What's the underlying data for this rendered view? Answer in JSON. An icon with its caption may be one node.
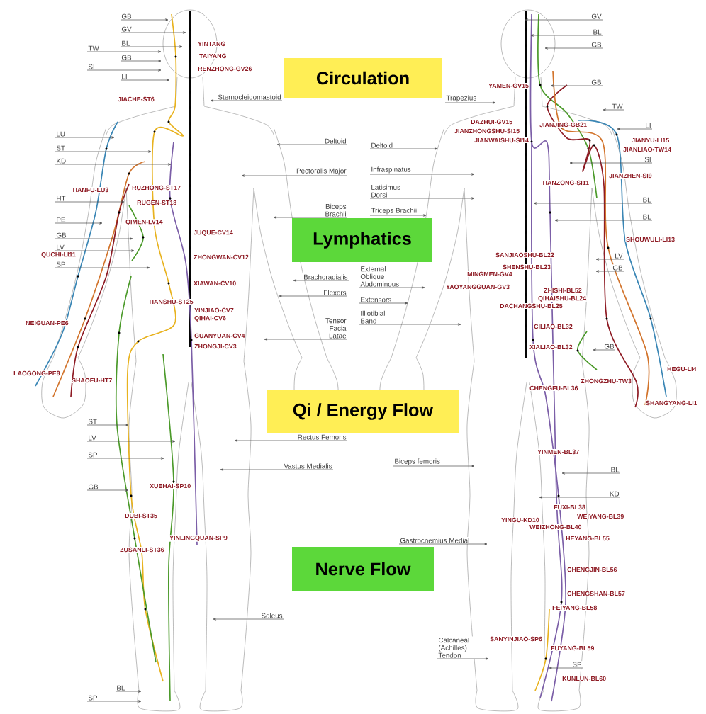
{
  "diagram": {
    "nodes": [
      {
        "text": [
          "GB"
        ]
      },
      {
        "text": [
          "GV"
        ]
      },
      {
        "text": [
          "BL"
        ]
      },
      {
        "text": [
          "TW"
        ]
      },
      {
        "text": [
          "GB"
        ]
      },
      {
        "text": [
          "SI"
        ]
      },
      {
        "text": [
          "LI"
        ]
      },
      {
        "text": [
          "Sternocleidomastoid"
        ]
      },
      {
        "text": [
          "LU"
        ]
      },
      {
        "text": [
          "ST"
        ]
      },
      {
        "text": [
          "KD"
        ]
      },
      {
        "text": [
          "HT"
        ]
      },
      {
        "text": [
          "PE"
        ]
      },
      {
        "text": [
          "GB"
        ]
      },
      {
        "text": [
          "LV"
        ]
      },
      {
        "text": [
          "SP"
        ]
      },
      {
        "text": [
          "Deltoid"
        ]
      },
      {
        "text": [
          "Pectoralis Major"
        ]
      },
      {
        "text": [
          "Biceps Brachii"
        ]
      },
      {
        "text": [
          "Brachoradialis"
        ]
      },
      {
        "text": [
          "Flexors"
        ]
      },
      {
        "text": [
          "Tensor Facia Latae"
        ]
      },
      {
        "text": [
          "Rectus Femoris"
        ]
      },
      {
        "text": [
          "Vastus Medialis"
        ]
      },
      {
        "text": [
          "ST"
        ]
      },
      {
        "text": [
          "LV"
        ]
      },
      {
        "text": [
          "SP"
        ]
      },
      {
        "text": [
          "GB"
        ]
      },
      {
        "text": [
          "Soleus"
        ]
      },
      {
        "text": [
          "BL"
        ]
      },
      {
        "text": [
          "SP"
        ]
      },
      {
        "text": [
          "GV"
        ]
      },
      {
        "text": [
          "BL"
        ]
      },
      {
        "text": [
          "GB"
        ]
      },
      {
        "text": [
          "GB"
        ]
      },
      {
        "text": [
          "TW"
        ]
      },
      {
        "text": [
          "Trapezius"
        ]
      },
      {
        "text": [
          "LI"
        ]
      },
      {
        "text": [
          "SI"
        ]
      },
      {
        "text": [
          "Deltoid"
        ]
      },
      {
        "text": [
          "Infraspinatus"
        ]
      },
      {
        "text": [
          "Latisimus Dorsi"
        ]
      },
      {
        "text": [
          "Triceps Brachii"
        ]
      },
      {
        "text": [
          "BL"
        ]
      },
      {
        "text": [
          "BL"
        ]
      },
      {
        "text": [
          "LV"
        ]
      },
      {
        "text": [
          "GB"
        ]
      },
      {
        "text": [
          "External Oblique Abdominous"
        ]
      },
      {
        "text": [
          "Extensors"
        ]
      },
      {
        "text": [
          "Illiotibial Band"
        ]
      },
      {
        "text": [
          "GB"
        ]
      },
      {
        "text": [
          "Biceps femoris"
        ]
      },
      {
        "text": [
          "BL"
        ]
      },
      {
        "text": [
          "KD"
        ]
      },
      {
        "text": [
          "Gastrocnemius Medial"
        ]
      },
      {
        "text": [
          "Calcaneal (Achilles) Tendon"
        ]
      },
      {
        "text": [
          "SP"
        ]
      },
      {
        "text": [
          "Circulation"
        ]
      },
      {
        "text": [
          "Lymphatics"
        ]
      },
      {
        "text": [
          "Qi / Energy Flow"
        ]
      },
      {
        "text": [
          "Nerve Flow"
        ]
      }
    ],
    "edges": [
      {
        "from": 0,
        "to": null,
        "arrow": "to"
      },
      {
        "from": 1,
        "to": null,
        "arrow": "to"
      },
      {
        "from": 2,
        "to": null,
        "arrow": "to"
      },
      {
        "from": 3,
        "to": null,
        "arrow": "to"
      },
      {
        "from": 4,
        "to": null,
        "arrow": "to"
      },
      {
        "from": 5,
        "to": null,
        "arrow": "to"
      },
      {
        "from": 6,
        "to": null,
        "arrow": "to"
      },
      {
        "from": 7,
        "to": null,
        "arrow": "to"
      },
      {
        "from": 8,
        "to": null,
        "arrow": "to"
      },
      {
        "from": 9,
        "to": null,
        "arrow": "to"
      },
      {
        "from": 10,
        "to": null,
        "arrow": "to"
      },
      {
        "from": 11,
        "to": null,
        "arrow": "to"
      },
      {
        "from": 12,
        "to": null,
        "arrow": "to"
      },
      {
        "from": 13,
        "to": null,
        "arrow": "to"
      },
      {
        "from": 14,
        "to": null,
        "arrow": "to"
      },
      {
        "from": 15,
        "to": null,
        "arrow": "to"
      },
      {
        "from": 16,
        "to": null,
        "arrow": "to"
      },
      {
        "from": 17,
        "to": null,
        "arrow": "to"
      },
      {
        "from": 18,
        "to": null,
        "arrow": "to"
      },
      {
        "from": 19,
        "to": null,
        "arrow": "to"
      },
      {
        "from": 20,
        "to": null,
        "arrow": "to"
      },
      {
        "from": 21,
        "to": null,
        "arrow": "to"
      },
      {
        "from": 22,
        "to": null,
        "arrow": "to"
      },
      {
        "from": 23,
        "to": null,
        "arrow": "to"
      },
      {
        "from": 24,
        "to": null,
        "arrow": "to"
      },
      {
        "from": 25,
        "to": null,
        "arrow": "to"
      },
      {
        "from": 26,
        "to": null,
        "arrow": "to"
      },
      {
        "from": 27,
        "to": null,
        "arrow": "to"
      },
      {
        "from": 28,
        "to": null,
        "arrow": "to"
      },
      {
        "from": 29,
        "to": null,
        "arrow": "to"
      },
      {
        "from": 30,
        "to": null,
        "arrow": "to"
      },
      {
        "from": 31,
        "to": null,
        "arrow": "to"
      },
      {
        "from": 32,
        "to": null,
        "arrow": "to"
      },
      {
        "from": 33,
        "to": null,
        "arrow": "to"
      },
      {
        "from": 34,
        "to": null,
        "arrow": "to"
      },
      {
        "from": 35,
        "to": null,
        "arrow": "to"
      },
      {
        "from": 36,
        "to": null,
        "arrow": "to"
      },
      {
        "from": 37,
        "to": null,
        "arrow": "to"
      },
      {
        "from": 38,
        "to": null,
        "arrow": "to"
      },
      {
        "from": 39,
        "to": null,
        "arrow": "to"
      },
      {
        "from": 40,
        "to": null,
        "arrow": "to"
      },
      {
        "from": 41,
        "to": null,
        "arrow": "to"
      },
      {
        "from": 42,
        "to": null,
        "arrow": "to"
      },
      {
        "from": 43,
        "to": null,
        "arrow": "to"
      },
      {
        "from": 44,
        "to": null,
        "arrow": "to"
      },
      {
        "from": 45,
        "to": null,
        "arrow": "to"
      },
      {
        "from": 46,
        "to": null,
        "arrow": "to"
      },
      {
        "from": 47,
        "to": null,
        "arrow": "to"
      },
      {
        "from": 48,
        "to": null,
        "arrow": "to"
      },
      {
        "from": 49,
        "to": null,
        "arrow": "to"
      },
      {
        "from": 50,
        "to": null,
        "arrow": "to"
      },
      {
        "from": 51,
        "to": null,
        "arrow": "to"
      },
      {
        "from": 52,
        "to": null,
        "arrow": "to"
      },
      {
        "from": 53,
        "to": null,
        "arrow": "to"
      },
      {
        "from": 54,
        "to": null,
        "arrow": "to"
      },
      {
        "from": 55,
        "to": null,
        "arrow": "to"
      },
      {
        "from": 56,
        "to": null,
        "arrow": "to"
      }
    ],
    "labels": [
      "YINTANG",
      "TAIYANG",
      "RENZHONG-GV26",
      "JIACHE-ST6",
      "RUZHONG-ST17",
      "TIANFU-LU3",
      "RUGEN-ST18",
      "QIMEN-LV14",
      "JUQUE-CV14",
      "QUCHI-LI11",
      "ZHONGWAN-CV12",
      "XIAWAN-CV10",
      "TIANSHU-ST25",
      "YINJIAO-CV7",
      "QIHAI-CV6",
      "NEIGUAN-PE6",
      "GUANYUAN-CV4",
      "ZHONGJI-CV3",
      "LAOGONG-PE8",
      "SHAOFU-HT7",
      "XUEHAI-SP10",
      "DUBI-ST35",
      "YINLINGQUAN-SP9",
      "ZUSANLI-ST36",
      "YAMEN-GV15",
      "JIANJING-GB21",
      "DAZHUI-GV15",
      "JIANZHONGSHU-SI15",
      "JIANYU-LI15",
      "JIANWAISHU-SI14",
      "JIANLIAO-TW14",
      "JIANZHEN-SI9",
      "TIANZONG-SI11",
      "SHOUWULI-LI13",
      "SANJIAOSHU-BL22",
      "SHENSHU-BL23",
      "MINGMEN-GV4",
      "ZHISHI-BL52",
      "YAOYANGGUAN-GV3",
      "QIHAISHU-BL24",
      "DACHANGSHU-BL25",
      "CILIAO-BL32",
      "XIALIAO-BL32",
      "HEGU-LI4",
      "ZHONGZHU-TW3",
      "CHENGFU-BL36",
      "SHANGYANG-LI1",
      "YINMEN-BL37",
      "FUXI-BL38",
      "WEIYANG-BL39",
      "YINGU-KD10",
      "WEIZHONG-BL40",
      "HEYANG-BL55",
      "CHENGJIN-BL56",
      "CHENGSHAN-BL57",
      "FEIYANG-BL58",
      "SANYINJIAO-SP6",
      "FUYANG-BL59",
      "KUNLUN-BL60"
    ]
  }
}
